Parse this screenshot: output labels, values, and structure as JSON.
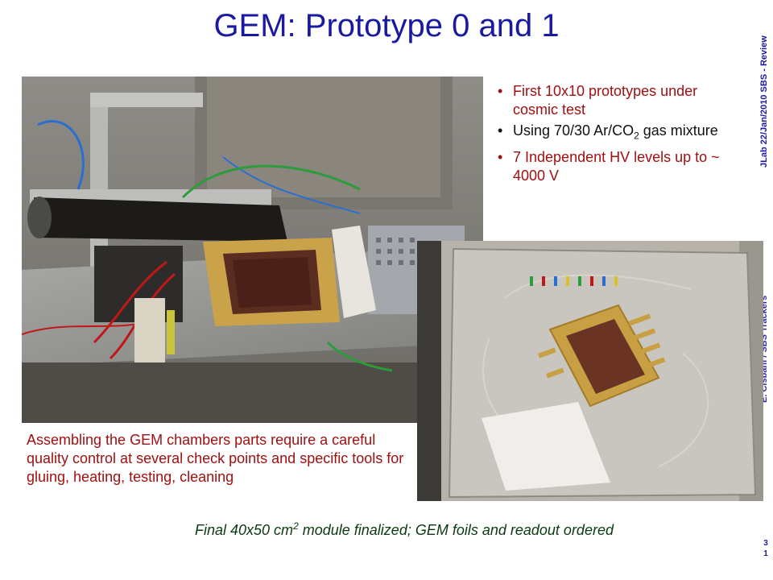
{
  "slide": {
    "title": "GEM: Prototype 0 and 1",
    "side_header": "JLab 22/Jan/2010 SBS - Review",
    "side_author": "E. Cisbani / SBS Trackers",
    "page_number": "3\n1"
  },
  "bullets": [
    {
      "text": "First 10x10 prototypes under cosmic test"
    },
    {
      "prefix": "Using 70/30 Ar/CO",
      "sub": "2",
      "suffix": " gas mixture"
    },
    {
      "text": "7 Independent HV levels up to ~ 4000 V"
    }
  ],
  "captions": {
    "left": "Assembling the GEM chambers parts require a careful quality control at several check points and specific tools for gluing, heating, testing, cleaning",
    "bottom_prefix": "Final 40x50 cm",
    "bottom_sup": "2",
    "bottom_suffix": " module finalized; GEM foils and readout ordered"
  },
  "colors": {
    "title": "#1a1aa0",
    "red_text": "#a01010",
    "green_text": "#0a3a10"
  }
}
